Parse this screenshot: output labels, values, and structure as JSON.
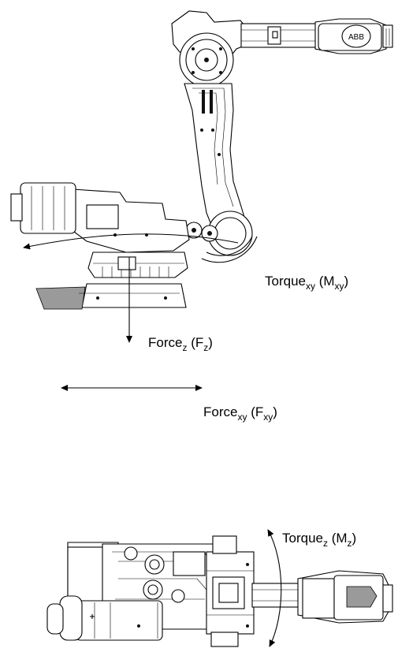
{
  "labels": {
    "torque_xy": {
      "base": "Torque",
      "sub1": "xy",
      "paren_open": " (M",
      "sub2": "xy",
      "paren_close": ")"
    },
    "force_z": {
      "base": "Force",
      "sub1": "z",
      "paren_open": " (F",
      "sub2": "z",
      "paren_close": ")"
    },
    "force_xy": {
      "base": "Force",
      "sub1": "xy",
      "paren_open": " (F",
      "sub2": "xy",
      "paren_close": ")"
    },
    "torque_z": {
      "base": "Torque",
      "sub1": "z",
      "paren_open": "  (M",
      "sub2": "z",
      "paren_close": ")"
    }
  },
  "logo_text": "ABB",
  "colors": {
    "ink": "#000000",
    "background": "#ffffff",
    "shade": "#9a9a9a"
  }
}
